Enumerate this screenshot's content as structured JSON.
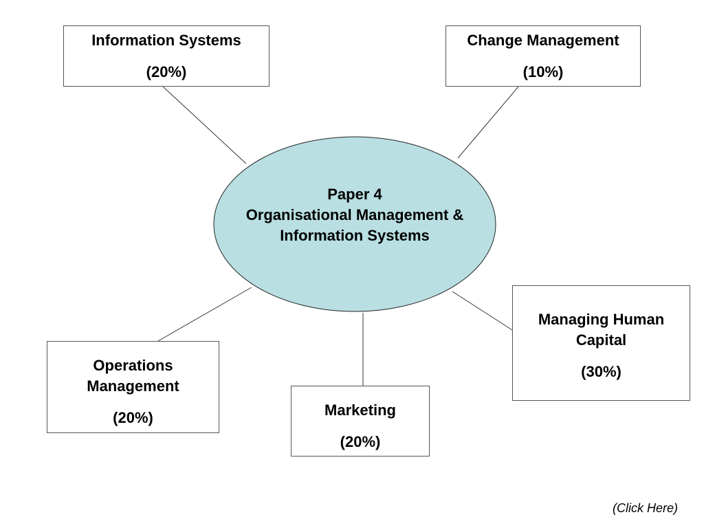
{
  "center": {
    "line1": "Paper 4",
    "line2": "Organisational Management &",
    "line3": "Information Systems",
    "fill_color": "#b9dfe2"
  },
  "topics": {
    "information_systems": {
      "title": "Information Systems",
      "weight": "(20%)"
    },
    "change_management": {
      "title": "Change Management",
      "weight": "(10%)"
    },
    "managing_human_capital": {
      "title": "Managing Human Capital",
      "weight": "(30%)"
    },
    "operations_management": {
      "title": "Operations Management",
      "weight": "(20%)"
    },
    "marketing": {
      "title": "Marketing",
      "weight": "(20%)"
    }
  },
  "footer": {
    "link_label": "(Click Here)"
  }
}
